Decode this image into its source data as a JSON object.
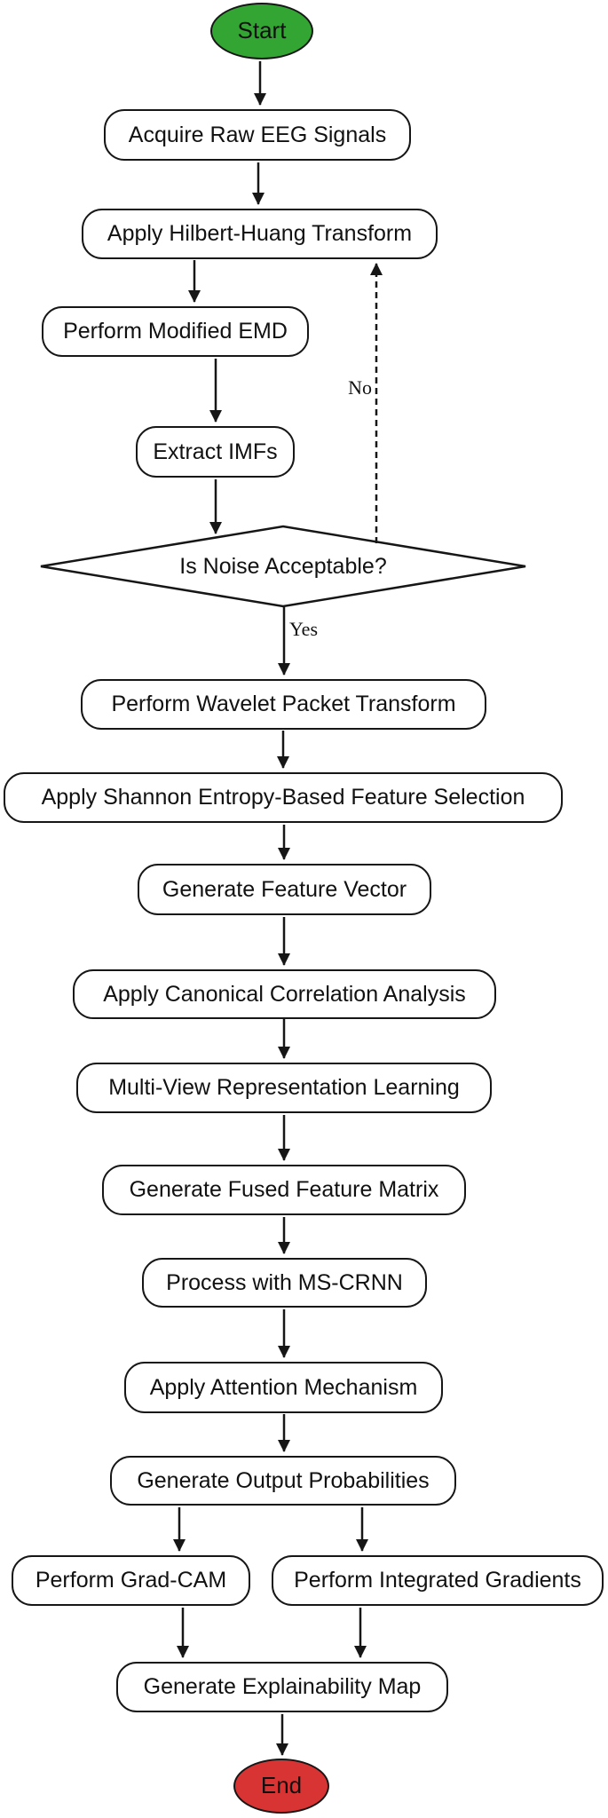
{
  "diagram": {
    "nodes": {
      "start": {
        "label": "Start"
      },
      "acquire": {
        "label": "Acquire Raw EEG Signals"
      },
      "hilbert": {
        "label": "Apply Hilbert-Huang Transform"
      },
      "emd": {
        "label": "Perform Modified EMD"
      },
      "imfs": {
        "label": "Extract IMFs"
      },
      "noise": {
        "label": "Is Noise Acceptable?"
      },
      "wpt": {
        "label": "Perform Wavelet Packet Transform"
      },
      "shannon": {
        "label": "Apply Shannon Entropy-Based Feature Selection"
      },
      "gfv": {
        "label": "Generate Feature Vector"
      },
      "cca": {
        "label": "Apply Canonical Correlation Analysis"
      },
      "mvrl": {
        "label": "Multi-View Representation Learning"
      },
      "gffm": {
        "label": "Generate Fused Feature Matrix"
      },
      "mscrnn": {
        "label": "Process with MS-CRNN"
      },
      "attention": {
        "label": "Apply Attention Mechanism"
      },
      "gop": {
        "label": "Generate Output Probabilities"
      },
      "gradcam": {
        "label": "Perform Grad-CAM"
      },
      "intgrad": {
        "label": "Perform Integrated Gradients"
      },
      "gem": {
        "label": "Generate Explainability Map"
      },
      "end": {
        "label": "End"
      }
    },
    "edge_labels": {
      "yes": "Yes",
      "no": "No"
    },
    "colors": {
      "start_fill": "#33a532",
      "end_fill": "#d93434",
      "stroke": "#161616",
      "box_fill": "#ffffff"
    }
  }
}
